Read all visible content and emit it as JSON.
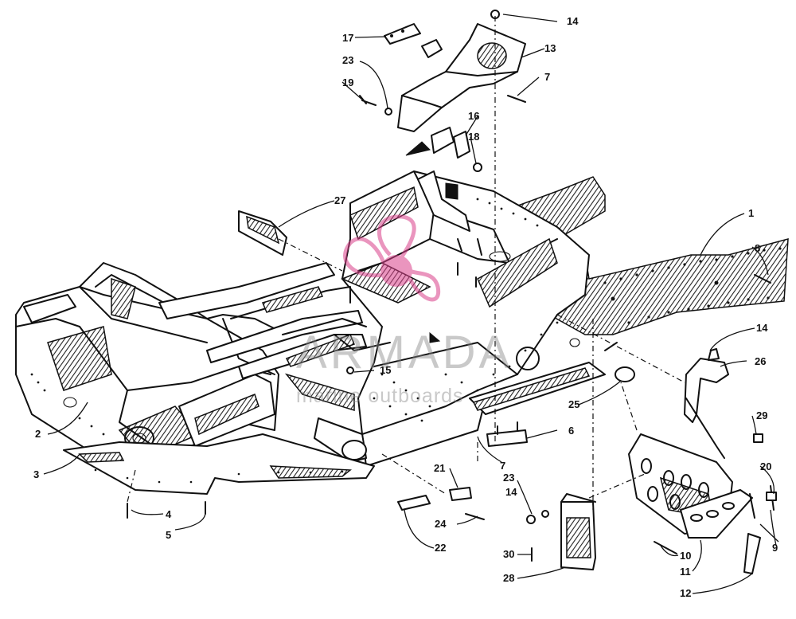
{
  "diagram": {
    "style": "exploded parts diagram, black line art on white",
    "callouts": [
      {
        "id": "c1",
        "label": "1"
      },
      {
        "id": "c2",
        "label": "2"
      },
      {
        "id": "c3",
        "label": "3"
      },
      {
        "id": "c4",
        "label": "4"
      },
      {
        "id": "c5",
        "label": "5"
      },
      {
        "id": "c6",
        "label": "6"
      },
      {
        "id": "c7a",
        "label": "7"
      },
      {
        "id": "c7b",
        "label": "7"
      },
      {
        "id": "c8",
        "label": "8"
      },
      {
        "id": "c9",
        "label": "9"
      },
      {
        "id": "c10",
        "label": "10"
      },
      {
        "id": "c11",
        "label": "11"
      },
      {
        "id": "c12",
        "label": "12"
      },
      {
        "id": "c13",
        "label": "13"
      },
      {
        "id": "c14a",
        "label": "14"
      },
      {
        "id": "c14b",
        "label": "14"
      },
      {
        "id": "c14c",
        "label": "14"
      },
      {
        "id": "c15",
        "label": "15"
      },
      {
        "id": "c16",
        "label": "16"
      },
      {
        "id": "c17",
        "label": "17"
      },
      {
        "id": "c18",
        "label": "18"
      },
      {
        "id": "c19",
        "label": "19"
      },
      {
        "id": "c20",
        "label": "20"
      },
      {
        "id": "c21",
        "label": "21"
      },
      {
        "id": "c22",
        "label": "22"
      },
      {
        "id": "c23a",
        "label": "23"
      },
      {
        "id": "c23b",
        "label": "23"
      },
      {
        "id": "c24",
        "label": "24"
      },
      {
        "id": "c25",
        "label": "25"
      },
      {
        "id": "c26",
        "label": "26"
      },
      {
        "id": "c27",
        "label": "27"
      },
      {
        "id": "c28",
        "label": "28"
      },
      {
        "id": "c29",
        "label": "29"
      },
      {
        "id": "c30",
        "label": "30"
      }
    ]
  },
  "watermark": {
    "name": "ARMADA",
    "tagline": "marine outboards",
    "logo_color": "#d9408a",
    "text_color": "#888888",
    "icon": "propeller-logo"
  }
}
